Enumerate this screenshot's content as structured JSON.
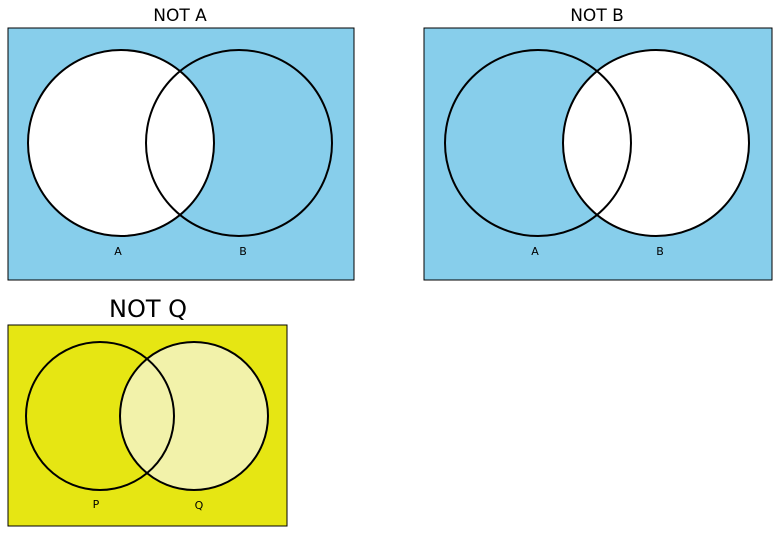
{
  "diagrams": [
    {
      "title": "NOT A",
      "left_label": "A",
      "right_label": "B",
      "background_color": "#87ceeb",
      "left_fill": "#ffffff",
      "right_fill": "#87ceeb",
      "intersection_fill": "#ffffff",
      "border_color": "#000000"
    },
    {
      "title": "NOT B",
      "left_label": "A",
      "right_label": "B",
      "background_color": "#87ceeb",
      "left_fill": "#87ceeb",
      "right_fill": "#ffffff",
      "intersection_fill": "#ffffff",
      "border_color": "#000000"
    },
    {
      "title": "NOT Q",
      "left_label": "P",
      "right_label": "Q",
      "background_color": "#e6e613",
      "left_fill": "#e6e613",
      "right_fill": "#f2f2aa",
      "intersection_fill": "#f2f2aa",
      "border_color": "#000000"
    }
  ]
}
